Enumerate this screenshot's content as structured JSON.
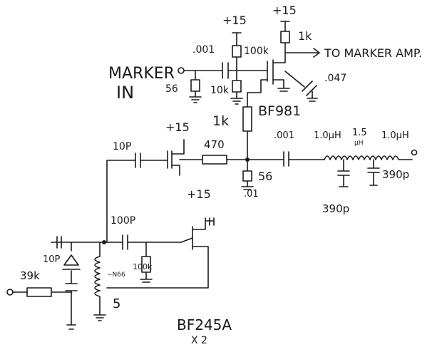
{
  "labels": {
    "marker": "MARKER",
    "in": "IN",
    "to_marker_amp": "TO MARKER AMP.",
    "v15_top_left": "+15",
    "v15_top_right": "+15",
    "v15_mid": "+15",
    "v15_lower": "+15",
    "c_001_input": ".001",
    "r_100k_top": "100k",
    "r_1k_top": "1k",
    "r_56_input": "56",
    "r_10k": "10k",
    "bf981": "BF981",
    "c_047": ".047",
    "r_1k_mid": "1k",
    "c_10p_mid": "10P",
    "r_470": "470",
    "c_001_mid": ".001",
    "l_1uh_a": "1.0µH",
    "l_1_5uh": "1.5",
    "l_1_5uh_unit": "µH",
    "l_1uh_b": "1.0µH",
    "r_56_mid": "56",
    "c_390p_right": "390p",
    "c_01": ".01",
    "c_390p_low": "390p",
    "c_100p": "100P",
    "c_10p_low": "10P",
    "r_100k_low": "100k",
    "r_39k": "39k",
    "l_turns": "~N66",
    "l_tap": "5",
    "bf245a": "BF245A",
    "x2": "X 2"
  }
}
